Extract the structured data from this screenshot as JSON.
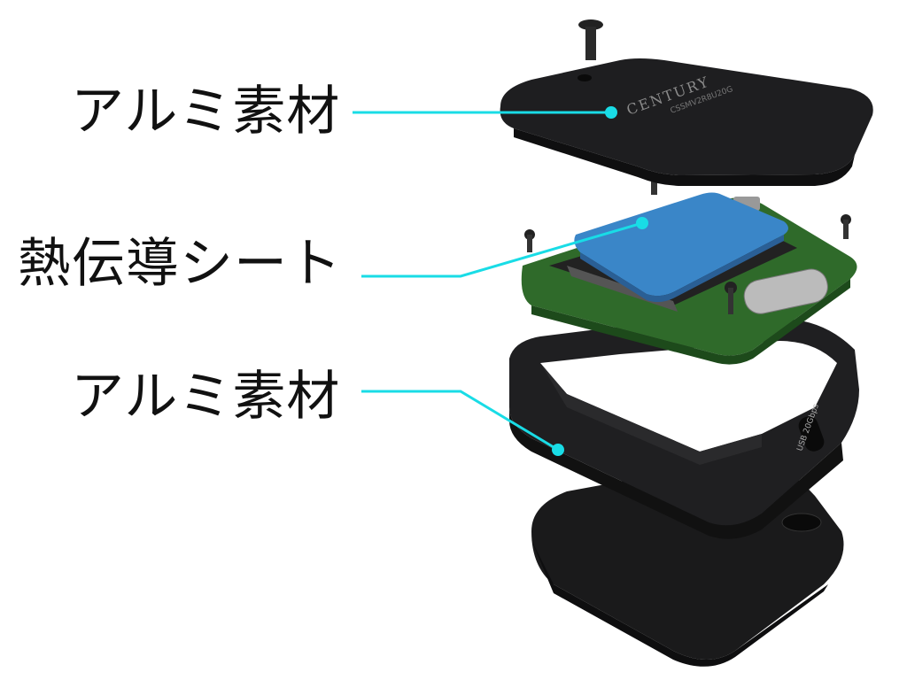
{
  "labels": {
    "top": "アルミ素材",
    "middle": "熱伝導シート",
    "bottom": "アルミ素材"
  },
  "product": {
    "brand": "CENTURY",
    "model": "CSSMV2R8U20G",
    "port_text": "USB 20Gbps"
  },
  "colors": {
    "leader": "#19dce6",
    "thermal_sheet": "#3a86c8",
    "pcb": "#2f6a2a",
    "aluminum": "#1c1c1e"
  }
}
